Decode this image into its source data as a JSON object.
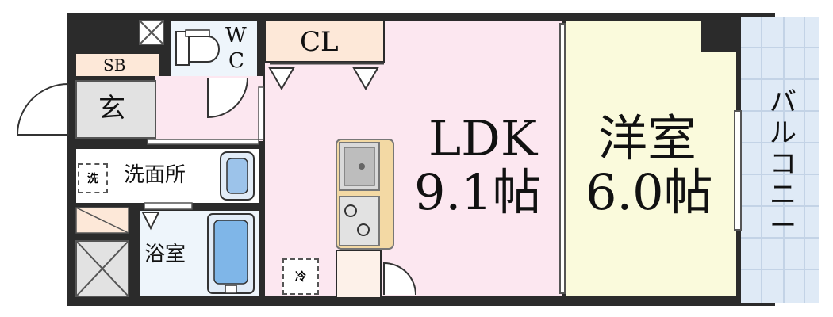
{
  "rooms": {
    "ldk": {
      "name": "LDK",
      "size": "9.1帖"
    },
    "western": {
      "name": "洋室",
      "size": "6.0帖"
    },
    "balcony": {
      "name": "バルコニー",
      "chars": [
        "バ",
        "ル",
        "コ",
        "ニ",
        "ー"
      ]
    },
    "closet": {
      "name": "CL"
    },
    "shoe_box": {
      "name": "SB"
    },
    "entrance": {
      "name": "玄"
    },
    "toilet": {
      "name_line1": "W",
      "name_line2": "C"
    },
    "washroom": {
      "name": "洗面所"
    },
    "bathroom": {
      "name": "浴室"
    }
  },
  "tags": {
    "washer": "洗",
    "fridge": "冷"
  },
  "colors": {
    "wall": "#2b2b2b",
    "ldk": "#fce7f0",
    "western": "#fafadc",
    "balcony": "#dfeaf6",
    "wet_area": "#eef5fb",
    "hall": "#fce7f0",
    "shoe_box": "#fde8d8",
    "counter": "#f3d9a4"
  }
}
